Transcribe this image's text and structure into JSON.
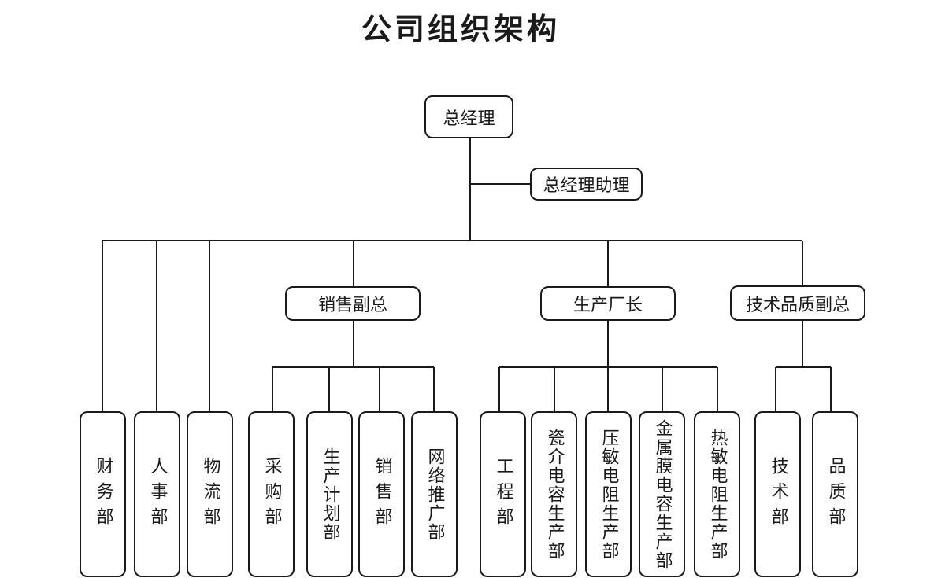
{
  "title": "公司组织架构",
  "gm": "总经理",
  "gm_assistant": "总经理助理",
  "vp": {
    "sales": "销售副总",
    "production": "生产厂长",
    "tech_quality": "技术品质副总"
  },
  "departments": {
    "finance": "财务部",
    "hr": "人事部",
    "logistics": "物流部",
    "purchasing": "采购部",
    "production_planning": "生产计划部",
    "sales": "销售部",
    "online_promotion": "网络推广部",
    "engineering": "工程部",
    "ceramic_capacitor": "瓷介电容生产部",
    "varistor": "压敏电阻生产部",
    "metal_film_capacitor": "金属膜电容生产部",
    "thermistor": "热敏电阻生产部",
    "technology": "技术部",
    "quality": "品质部"
  }
}
